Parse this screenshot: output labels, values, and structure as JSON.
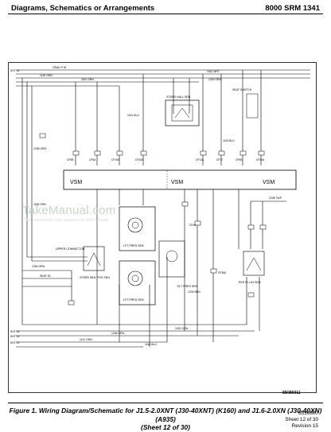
{
  "header": {
    "left_title": "Diagrams, Schematics or Arrangements",
    "right_title": "8000 SRM 1341"
  },
  "watermark": {
    "text": "TakeManual.com",
    "subtext": "The watermark only appears on this sample"
  },
  "diagram": {
    "modules": [
      {
        "id": "vsm-left",
        "label": "VSM"
      },
      {
        "id": "vsm-mid",
        "label": "VSM"
      },
      {
        "id": "vsm-right",
        "label": "VSM"
      }
    ],
    "component_labels": [
      "STEER HALL SEN",
      "SEAT SWITCH",
      "LFT PRES SEN",
      "TILT PRES SEN",
      "STEER WHL POS SEN",
      "RVS FL LIN SEN",
      "UPPER CONNECTOR",
      "SEAT ID"
    ],
    "wire_labels": [
      "GR&D P W",
      "1130 GRN",
      "1181 GRN",
      "1181 WHT",
      "1200 GRN",
      "1161 BLU",
      "1256 GRN",
      "1156 GRN",
      "1204 BRN",
      "1002 GRN",
      "1236 GRN",
      "1121 GRN",
      "1115 BLU",
      "1254 GRN",
      "2238 TWP",
      "1146 BLU"
    ],
    "connector_labels": [
      "CP5B",
      "CP6A",
      "CP19A",
      "CP20A",
      "CP13A",
      "CP77",
      "CP6B",
      "CP24A",
      "CP48",
      "CP38A"
    ],
    "pin_labels": [
      "SHT 15",
      "SHT 13",
      "SHT 14",
      "SHT 12"
    ]
  },
  "sheet_info": {
    "drawing_number": "8536800",
    "sheet": "Sheet 12 of 30",
    "revision": "Revision 15"
  },
  "doc_code": "8S080311",
  "caption": {
    "line1": "Figure 1. Wiring Diagram/Schematic for J1.5-2.0XNT (J30-40XNT) (K160) and J1.6-2.0XN (J30-40XN) (A935)",
    "line2": "(Sheet 12 of 30)"
  }
}
